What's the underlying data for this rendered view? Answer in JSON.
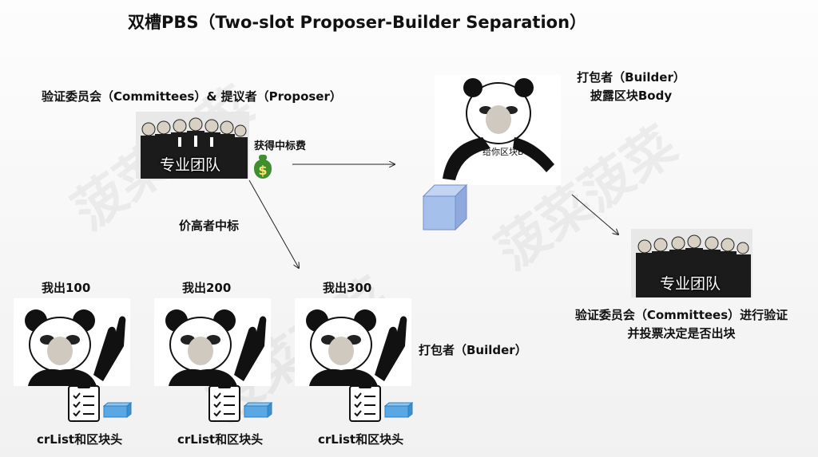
{
  "title": "双槽PBS（Two-slot Proposer-Builder Separation）",
  "committee_proposer": "验证委员会（Committees）& 提议者（Proposer）",
  "team_label_top": "专业团队",
  "gain_fee": "获得中标费",
  "builder_top_line1": "打包者（Builder）",
  "builder_top_line2": "披露区块Body",
  "give_body": "给你区块Body",
  "highest_bid": "价高者中标",
  "bids": [
    "我出100",
    "我出200",
    "我出300"
  ],
  "builder_bottom": "打包者（Builder）",
  "header_labels": [
    "crList和区块头",
    "crList和区块头",
    "crList和区块头"
  ],
  "team_label_right": "专业团队",
  "verify_line1": "验证委员会（Committees）进行验证",
  "verify_line2": "并投票决定是否出块",
  "watermark": "菠菜菠菜",
  "icons": {
    "money": "money-bag-icon",
    "clipboard": "checklist-clipboard-icon",
    "block": "block-icon",
    "cube": "cube-icon"
  },
  "colors": {
    "block_blue": "#5aa7e6",
    "cube_blue": "#a6c0ec"
  }
}
